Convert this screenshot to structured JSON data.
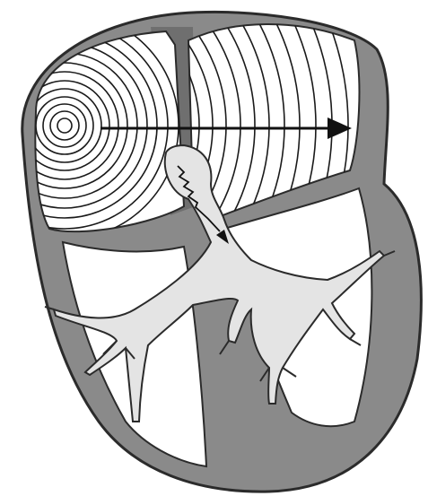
{
  "figure": {
    "subject": "heart-conduction-diagram",
    "colors": {
      "background": "#ffffff",
      "muscle_wall": "#8a8a8a",
      "muscle_outline": "#2b2b2b",
      "conduction_band": "#6f6f6f",
      "chamber_fill": "#ffffff",
      "conduction_system_fill": "#e4e4e4",
      "wave_lines": "#1a1a1a",
      "arrow": "#111111"
    },
    "elements": [
      "heart-outer-wall",
      "atrium-chamber",
      "interatrial-band",
      "sa-node-concentric-waves",
      "atrial-wavefront-arcs",
      "horizontal-propagation-arrow",
      "av-node",
      "zigzag-delay-arrow",
      "his-bundle-branches",
      "purkinje-fibers",
      "left-ventricle-chamber",
      "right-ventricle-chamber"
    ]
  }
}
